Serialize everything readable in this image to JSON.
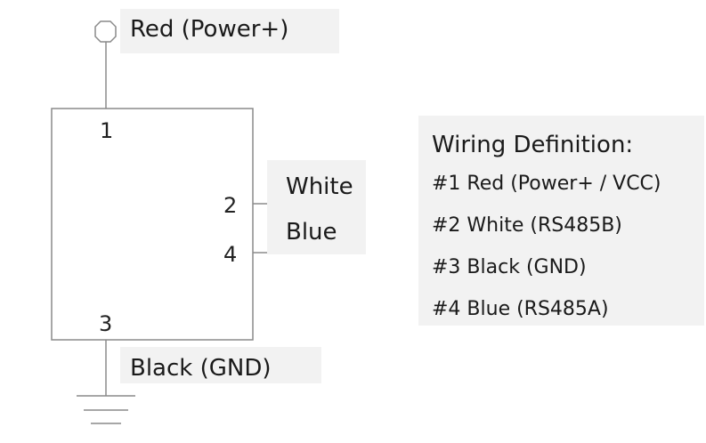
{
  "labels": {
    "power": "Red (Power+)",
    "white": "White",
    "blue": "Blue",
    "ground": "Black (GND)"
  },
  "pins": [
    "1",
    "2",
    "4",
    "3"
  ],
  "definition": {
    "title": "Wiring Definition:",
    "items": [
      "#1 Red (Power+ / VCC)",
      "#2 White (RS485B)",
      "#3 Black (GND)",
      "#4 Blue (RS485A)"
    ]
  },
  "colors": {
    "line": "#8a8a8a",
    "box_fill": "#f2f2f2"
  }
}
